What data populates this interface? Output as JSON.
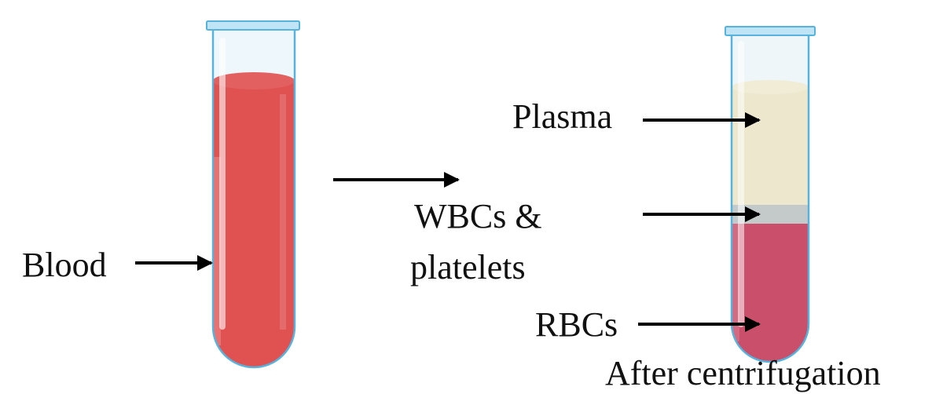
{
  "labels": {
    "blood": "Blood",
    "plasma": "Plasma",
    "wbc_line1": "WBCs &",
    "wbc_line2": "platelets",
    "rbcs": "RBCs",
    "after": "After centrifugation"
  },
  "colors": {
    "glass_outline": "#57b2dc",
    "cap": "#bfe4f6",
    "blood": "#e05252",
    "plasma": "#ece7cd",
    "buffy_coat": "#c3cac9",
    "rbc": "#c94f6b",
    "arrow": "#000000"
  }
}
